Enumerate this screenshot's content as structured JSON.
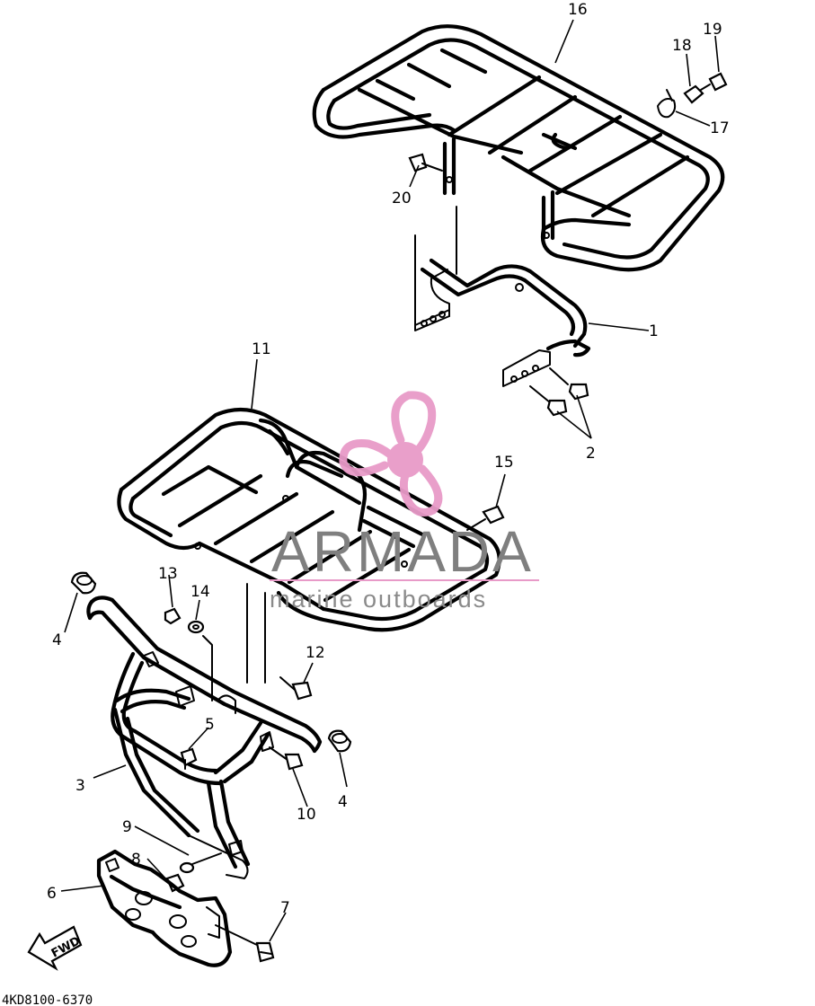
{
  "diagram": {
    "callouts": {
      "c1": "1",
      "c2": "2",
      "c3": "3",
      "c4a": "4",
      "c4b": "4",
      "c5": "5",
      "c6": "6",
      "c7": "7",
      "c8": "8",
      "c9": "9",
      "c10": "10",
      "c11": "11",
      "c12": "12",
      "c13": "13",
      "c14": "14",
      "c15": "15",
      "c16": "16",
      "c17": "17",
      "c18": "18",
      "c19": "19",
      "c20": "20"
    },
    "fwd_label": "FWD",
    "drawing_code": "4KD8100-6370"
  },
  "watermark": {
    "brand": "ARMADA",
    "tagline": "marine outboards",
    "logo_icon": "propeller-icon",
    "accent": "#e89ac8"
  },
  "colors": {
    "line": "#000000",
    "background": "#ffffff",
    "watermark_text": "#7f7f7f"
  }
}
